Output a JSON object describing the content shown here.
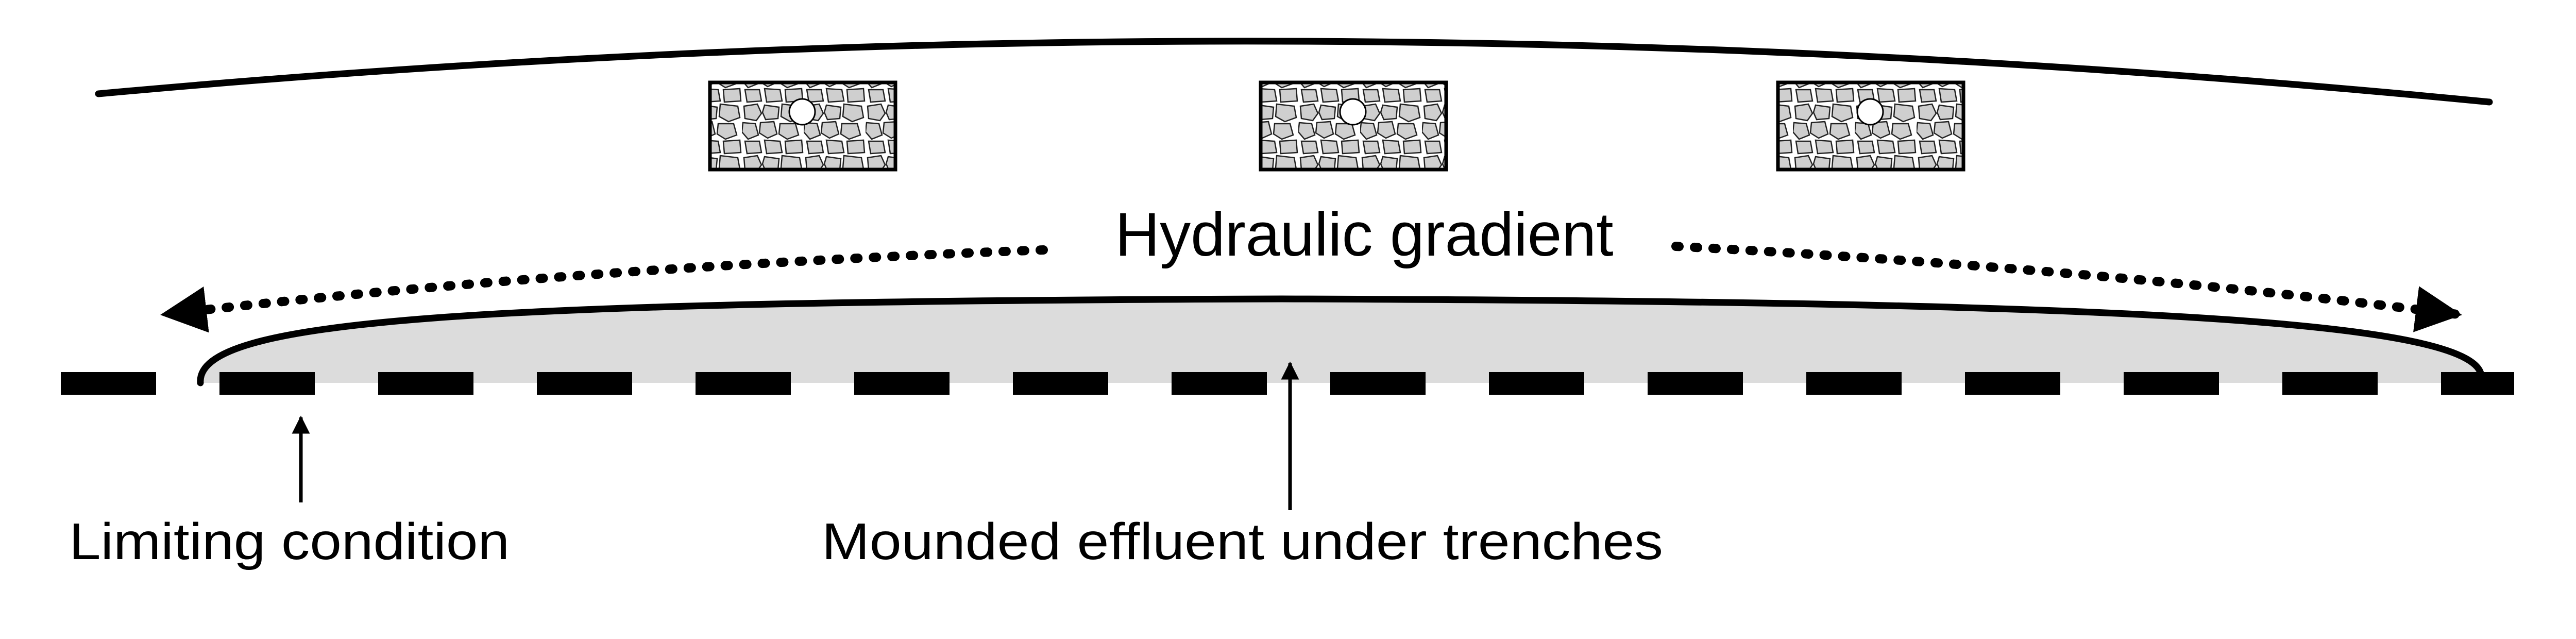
{
  "labels": {
    "hydraulic_gradient": "Hydraulic gradient",
    "limiting_condition": "Limiting condition",
    "mounded_effluent": "Mounded effluent under trenches"
  },
  "trenches": [
    {
      "name": "trench-left"
    },
    {
      "name": "trench-center"
    },
    {
      "name": "trench-right"
    }
  ],
  "colors": {
    "line": "#000000",
    "mound_fill": "#dcdcdc",
    "gravel_fill": "#cfcfcf",
    "background": "#ffffff"
  }
}
